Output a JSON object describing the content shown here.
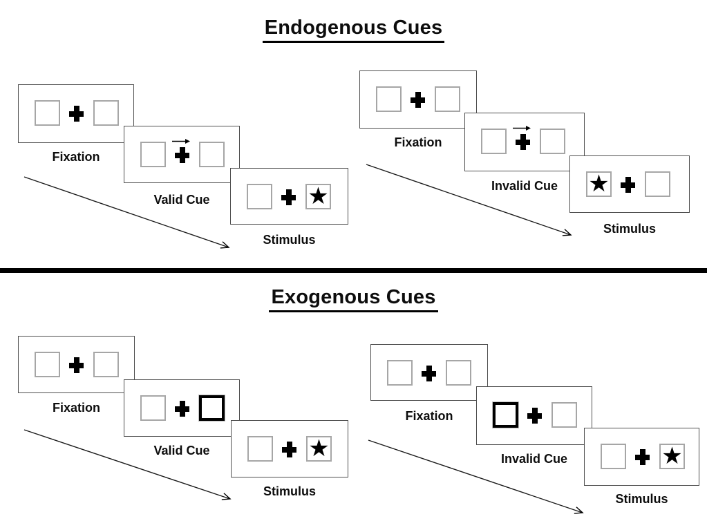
{
  "glyphs": {
    "star": "★"
  },
  "colors": {
    "ink": "#000000",
    "panel_border": "#4d4d4d",
    "square_border": "#a6a6a6",
    "divider": "#000000"
  },
  "sections": [
    {
      "title": "Endogenous Cues",
      "sequences": [
        {
          "name": "valid",
          "labels": {
            "fixation": "Fixation",
            "cue": "Valid Cue",
            "stimulus": "Stimulus"
          },
          "cue_type": "central arrow pointing right above fixation cross",
          "stimulus_position": "right box"
        },
        {
          "name": "invalid",
          "labels": {
            "fixation": "Fixation",
            "cue": "Invalid Cue",
            "stimulus": "Stimulus"
          },
          "cue_type": "central arrow pointing right above fixation cross",
          "stimulus_position": "left box"
        }
      ]
    },
    {
      "title": "Exogenous Cues",
      "sequences": [
        {
          "name": "valid",
          "labels": {
            "fixation": "Fixation",
            "cue": "Valid Cue",
            "stimulus": "Stimulus"
          },
          "cue_type": "thick black outline on right box",
          "stimulus_position": "right box"
        },
        {
          "name": "invalid",
          "labels": {
            "fixation": "Fixation",
            "cue": "Invalid Cue",
            "stimulus": "Stimulus"
          },
          "cue_type": "thick black outline on left box",
          "stimulus_position": "right box"
        }
      ]
    }
  ]
}
